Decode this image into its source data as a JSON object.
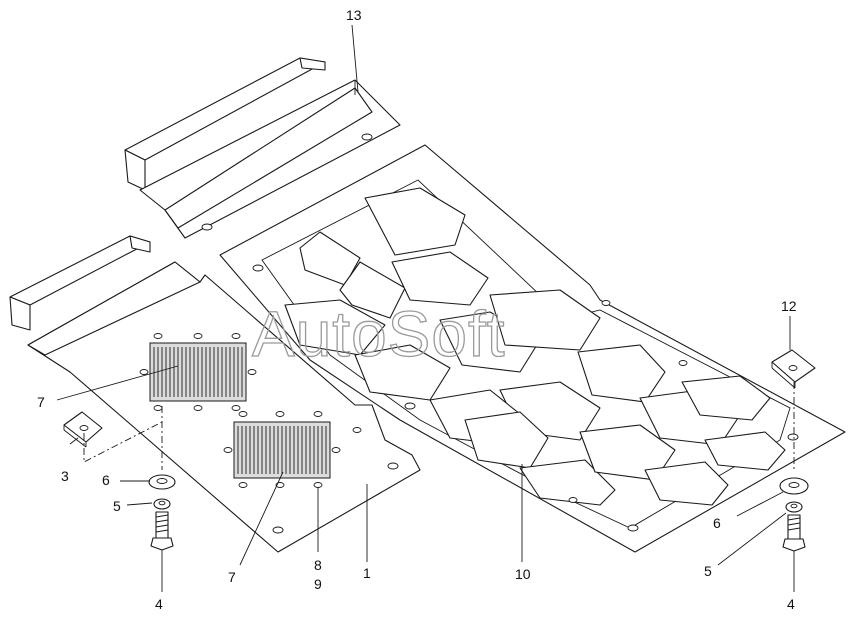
{
  "watermark": "AutoSoft",
  "callouts": {
    "c13": "13",
    "c12": "12",
    "c7a": "7",
    "c7b": "7",
    "c3": "3",
    "c6a": "6",
    "c5a": "5",
    "c4a": "4",
    "c8": "8",
    "c9": "9",
    "c1": "1",
    "c10": "10",
    "c6b": "6",
    "c5b": "5",
    "c4b": "4"
  }
}
